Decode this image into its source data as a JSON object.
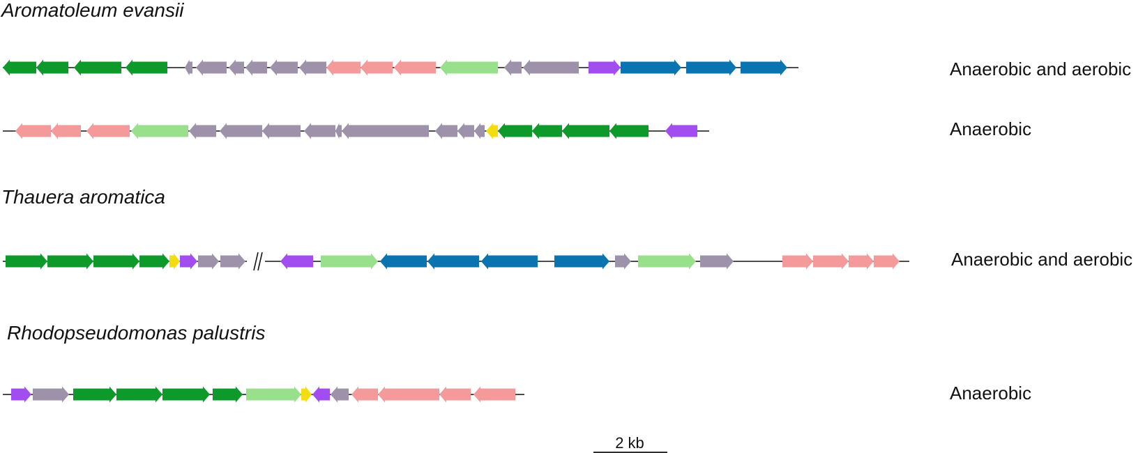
{
  "colors": {
    "green": "#0e9a2a",
    "lightgreen": "#99e08c",
    "grey": "#9e92ab",
    "pink": "#f59a9a",
    "purple": "#a24df0",
    "blue": "#0a74b0",
    "yellow": "#f3dc10"
  },
  "organisms": [
    {
      "name": "Aromatoleum evansii",
      "clusters": [
        {
          "condition": "Anaerobic and aerobic",
          "genes": [
            {
              "color": "green",
              "dir": "L"
            },
            {
              "color": "green",
              "dir": "L"
            },
            {
              "color": "green",
              "dir": "L"
            },
            {
              "color": "green",
              "dir": "L"
            },
            {
              "color": "grey",
              "dir": "L"
            },
            {
              "color": "grey",
              "dir": "L"
            },
            {
              "color": "grey",
              "dir": "L"
            },
            {
              "color": "grey",
              "dir": "L"
            },
            {
              "color": "grey",
              "dir": "L"
            },
            {
              "color": "grey",
              "dir": "L"
            },
            {
              "color": "pink",
              "dir": "L"
            },
            {
              "color": "pink",
              "dir": "L"
            },
            {
              "color": "pink",
              "dir": "L"
            },
            {
              "color": "lightgreen",
              "dir": "L"
            },
            {
              "color": "grey",
              "dir": "L"
            },
            {
              "color": "grey",
              "dir": "L"
            },
            {
              "color": "purple",
              "dir": "R"
            },
            {
              "color": "blue",
              "dir": "R"
            },
            {
              "color": "blue",
              "dir": "R"
            },
            {
              "color": "blue",
              "dir": "R"
            }
          ]
        },
        {
          "condition": "Anaerobic",
          "genes": [
            {
              "color": "pink",
              "dir": "L"
            },
            {
              "color": "pink",
              "dir": "L"
            },
            {
              "color": "pink",
              "dir": "L"
            },
            {
              "color": "lightgreen",
              "dir": "L"
            },
            {
              "color": "grey",
              "dir": "L"
            },
            {
              "color": "grey",
              "dir": "L"
            },
            {
              "color": "grey",
              "dir": "L"
            },
            {
              "color": "grey",
              "dir": "L"
            },
            {
              "color": "grey",
              "dir": "L"
            },
            {
              "color": "grey",
              "dir": "L"
            },
            {
              "color": "grey",
              "dir": "L"
            },
            {
              "color": "grey",
              "dir": "L"
            },
            {
              "color": "grey",
              "dir": "L"
            },
            {
              "color": "yellow",
              "dir": "L"
            },
            {
              "color": "green",
              "dir": "L"
            },
            {
              "color": "green",
              "dir": "L"
            },
            {
              "color": "green",
              "dir": "L"
            },
            {
              "color": "green",
              "dir": "L"
            },
            {
              "color": "purple",
              "dir": "L"
            }
          ]
        }
      ]
    },
    {
      "name": "Thauera aromatica",
      "clusters": [
        {
          "condition": "Anaerobic and aerobic",
          "genes": [
            {
              "color": "green",
              "dir": "R"
            },
            {
              "color": "green",
              "dir": "R"
            },
            {
              "color": "green",
              "dir": "R"
            },
            {
              "color": "green",
              "dir": "R"
            },
            {
              "color": "yellow",
              "dir": "R"
            },
            {
              "color": "purple",
              "dir": "R"
            },
            {
              "color": "grey",
              "dir": "R"
            },
            {
              "color": "grey",
              "dir": "R"
            },
            {
              "color": "purple",
              "dir": "L"
            },
            {
              "color": "lightgreen",
              "dir": "R"
            },
            {
              "color": "blue",
              "dir": "L"
            },
            {
              "color": "blue",
              "dir": "L"
            },
            {
              "color": "blue",
              "dir": "L"
            },
            {
              "color": "blue",
              "dir": "R"
            },
            {
              "color": "grey",
              "dir": "R"
            },
            {
              "color": "lightgreen",
              "dir": "R"
            },
            {
              "color": "grey",
              "dir": "R"
            },
            {
              "color": "pink",
              "dir": "R"
            },
            {
              "color": "pink",
              "dir": "R"
            },
            {
              "color": "pink",
              "dir": "R"
            },
            {
              "color": "pink",
              "dir": "R"
            }
          ]
        }
      ]
    },
    {
      "name": "Rhodopseudomonas palustris",
      "clusters": [
        {
          "condition": "Anaerobic",
          "genes": [
            {
              "color": "purple",
              "dir": "R"
            },
            {
              "color": "grey",
              "dir": "R"
            },
            {
              "color": "green",
              "dir": "R"
            },
            {
              "color": "green",
              "dir": "R"
            },
            {
              "color": "green",
              "dir": "R"
            },
            {
              "color": "green",
              "dir": "R"
            },
            {
              "color": "lightgreen",
              "dir": "R"
            },
            {
              "color": "yellow",
              "dir": "R"
            },
            {
              "color": "purple",
              "dir": "L"
            },
            {
              "color": "grey",
              "dir": "L"
            },
            {
              "color": "pink",
              "dir": "L"
            },
            {
              "color": "pink",
              "dir": "L"
            },
            {
              "color": "pink",
              "dir": "L"
            },
            {
              "color": "pink",
              "dir": "L"
            }
          ]
        }
      ]
    }
  ],
  "scale_bar": {
    "label": "2 kb"
  }
}
